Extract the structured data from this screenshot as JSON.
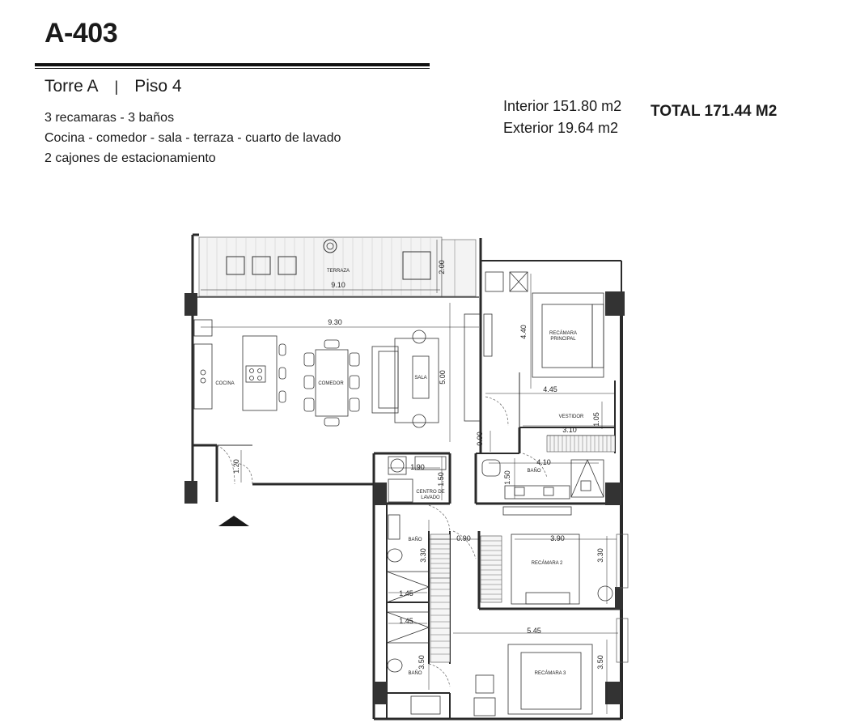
{
  "unit": {
    "code": "A-403",
    "tower": "Torre A",
    "floor": "Piso 4"
  },
  "features": [
    "3 recamaras - 3 baños",
    "Cocina - comedor - sala - terraza - cuarto de lavado",
    "2 cajones de estacionamiento"
  ],
  "area": {
    "interior": "Interior  151.80 m2",
    "exterior": "Exterior 19.64 m2",
    "total": "TOTAL  171.44 M2"
  },
  "rooms": {
    "terraza": "TERRAZA",
    "cocina": "COCINA",
    "comedor": "COMEDOR",
    "sala": "SALA",
    "recamara_principal_1": "RECÁMARA",
    "recamara_principal_2": "PRINCIPAL",
    "vestidor": "VESTIDOR",
    "bano": "BAÑO",
    "centro_lavado_1": "CENTRO DE",
    "centro_lavado_2": "LAVADO",
    "recamara_2": "RECÁMARA 2",
    "recamara_3": "RECÁMARA 3"
  },
  "dimensions": {
    "terraza_width": "9.10",
    "terraza_depth": "2.00",
    "living_width": "9.30",
    "living_depth": "5.00",
    "principal_depth": "4.40",
    "principal_width": "4.45",
    "vestidor_width": "3.10",
    "vestidor_depth": "1.05",
    "pasillo": "0.90",
    "bano_principal_width": "4.10",
    "bano_principal_depth": "1.50",
    "entry_depth": "1.20",
    "lavado_width": "1.90",
    "lavado_depth": "1.50",
    "hall_width": "0.90",
    "recamara2_width": "3.90",
    "recamara2_depth": "3.30",
    "bano2_depth": "3.30",
    "shower2_width": "1.45",
    "shower3_width": "1.45",
    "recamara3_width": "5.45",
    "recamara3_depth": "3.50",
    "bano3_depth": "3.50"
  }
}
